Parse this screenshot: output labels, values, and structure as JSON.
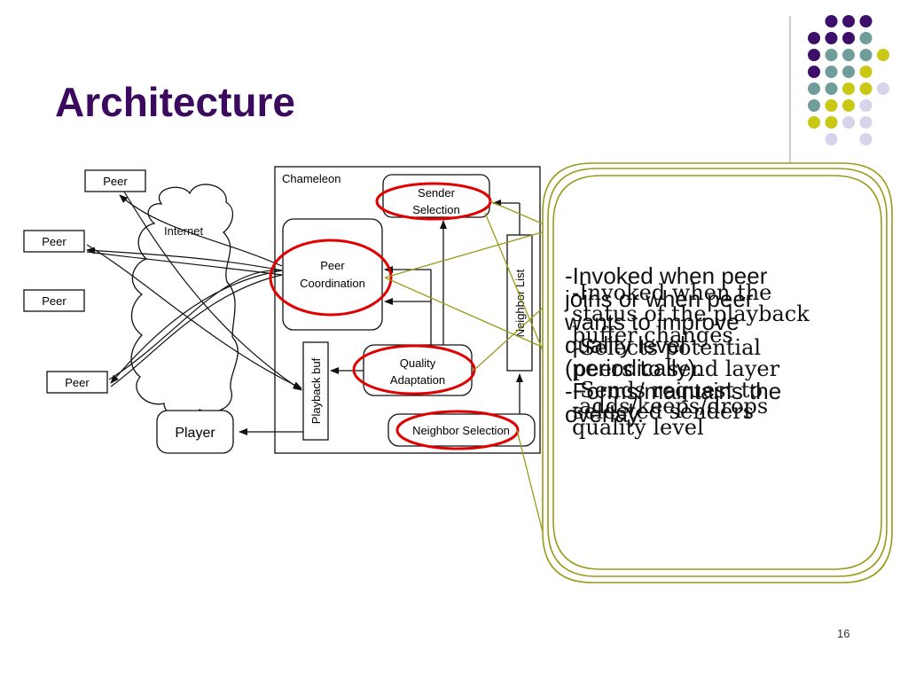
{
  "slide": {
    "title": "Architecture",
    "page_number": "16"
  },
  "diagram": {
    "chameleon_label": "Chameleon",
    "internet_label": "Internet",
    "peers": [
      "Peer",
      "Peer",
      "Peer",
      "Peer"
    ],
    "sender_selection": [
      "Sender",
      "Selection"
    ],
    "peer_coordination": [
      "Peer",
      "Coordination"
    ],
    "quality_adaptation": [
      "Quality",
      "Adaptation"
    ],
    "neighbor_selection": "Neighbor Selection",
    "neighbor_list": "Neighbor List",
    "playback_buf": "Playback buf",
    "player": "Player"
  },
  "callouts": {
    "a": [
      "-Invoked when peer",
      "joins or when peer",
      "wants to improve",
      "quality level",
      "(periodically).",
      "-Forms/maintains the",
      "overlay."
    ],
    "b": [
      "-Invoked when the",
      "status of the playback",
      "buffer changes",
      "-adds/keeps/drops",
      "quality level"
    ],
    "c": [
      "-Selects potential",
      "peers to send layer",
      "-Sends request to",
      "selected senders"
    ]
  },
  "colors": {
    "title": "#3b0a5e",
    "ellipse": "#e00000",
    "callout_border": "#9a9a18",
    "dot_purple": "#3d0f6b",
    "dot_teal": "#6f9e9a",
    "dot_yellow": "#c9c814",
    "dot_lavender": "#d7d3ea"
  }
}
